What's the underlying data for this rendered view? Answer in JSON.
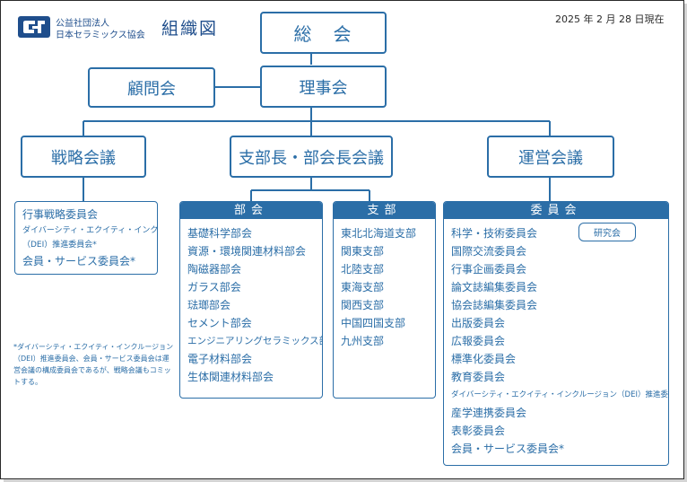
{
  "header": {
    "org_line1": "公益社団法人",
    "org_line2": "日本セラミックス協会",
    "title": "組織図",
    "date": "2025 年 2 月 28 日現在"
  },
  "nodes": {
    "general_assembly": "総　会",
    "board": "理事会",
    "advisory": "顧問会",
    "strategy": "戦略会議",
    "branch_division": "支部長・部会長会議",
    "operations": "運営会議"
  },
  "strategy_members": [
    {
      "label": "行事戦略委員会",
      "size": "normal"
    },
    {
      "label": "ダイバーシティ・エクイティ・インクルージョン",
      "size": "small"
    },
    {
      "label": "（DEI）推進委員会*",
      "size": "small"
    },
    {
      "label": "会員・サービス委員会*",
      "size": "normal"
    }
  ],
  "divisions": {
    "header": "部会",
    "items": [
      "基礎科学部会",
      "資源・環境関連材料部会",
      "陶磁器部会",
      "ガラス部会",
      "琺瑯部会",
      "セメント部会",
      "エンジニアリングセラミックス部会",
      "電子材料部会",
      "生体関連材料部会"
    ]
  },
  "branches": {
    "header": "支部",
    "items": [
      "東北北海道支部",
      "関東支部",
      "北陸支部",
      "東海支部",
      "関西支部",
      "中国四国支部",
      "九州支部"
    ]
  },
  "committees": {
    "header": "委員会",
    "items": [
      "科学・技術委員会",
      "国際交流委員会",
      "行事企画委員会",
      "論文誌編集委員会",
      "協会誌編集委員会",
      "出版委員会",
      "広報委員会",
      "標準化委員会",
      "教育委員会",
      "ダイバーシティ・エクイティ・インクルージョン（DEI）推進委員会*",
      "産学連携委員会",
      "表彰委員会",
      "会員・サービス委員会*"
    ],
    "lab": "研究会"
  },
  "footnote": "*ダイバーシティ・エクイティ・インクルージョン（DEI）推進委員会、会員・サービス委員会は運営会議の構成委員会であるが、戦略会議もコミットする。",
  "colors": {
    "primary": "#2b6ea7",
    "logo": "#1f4e8c"
  }
}
